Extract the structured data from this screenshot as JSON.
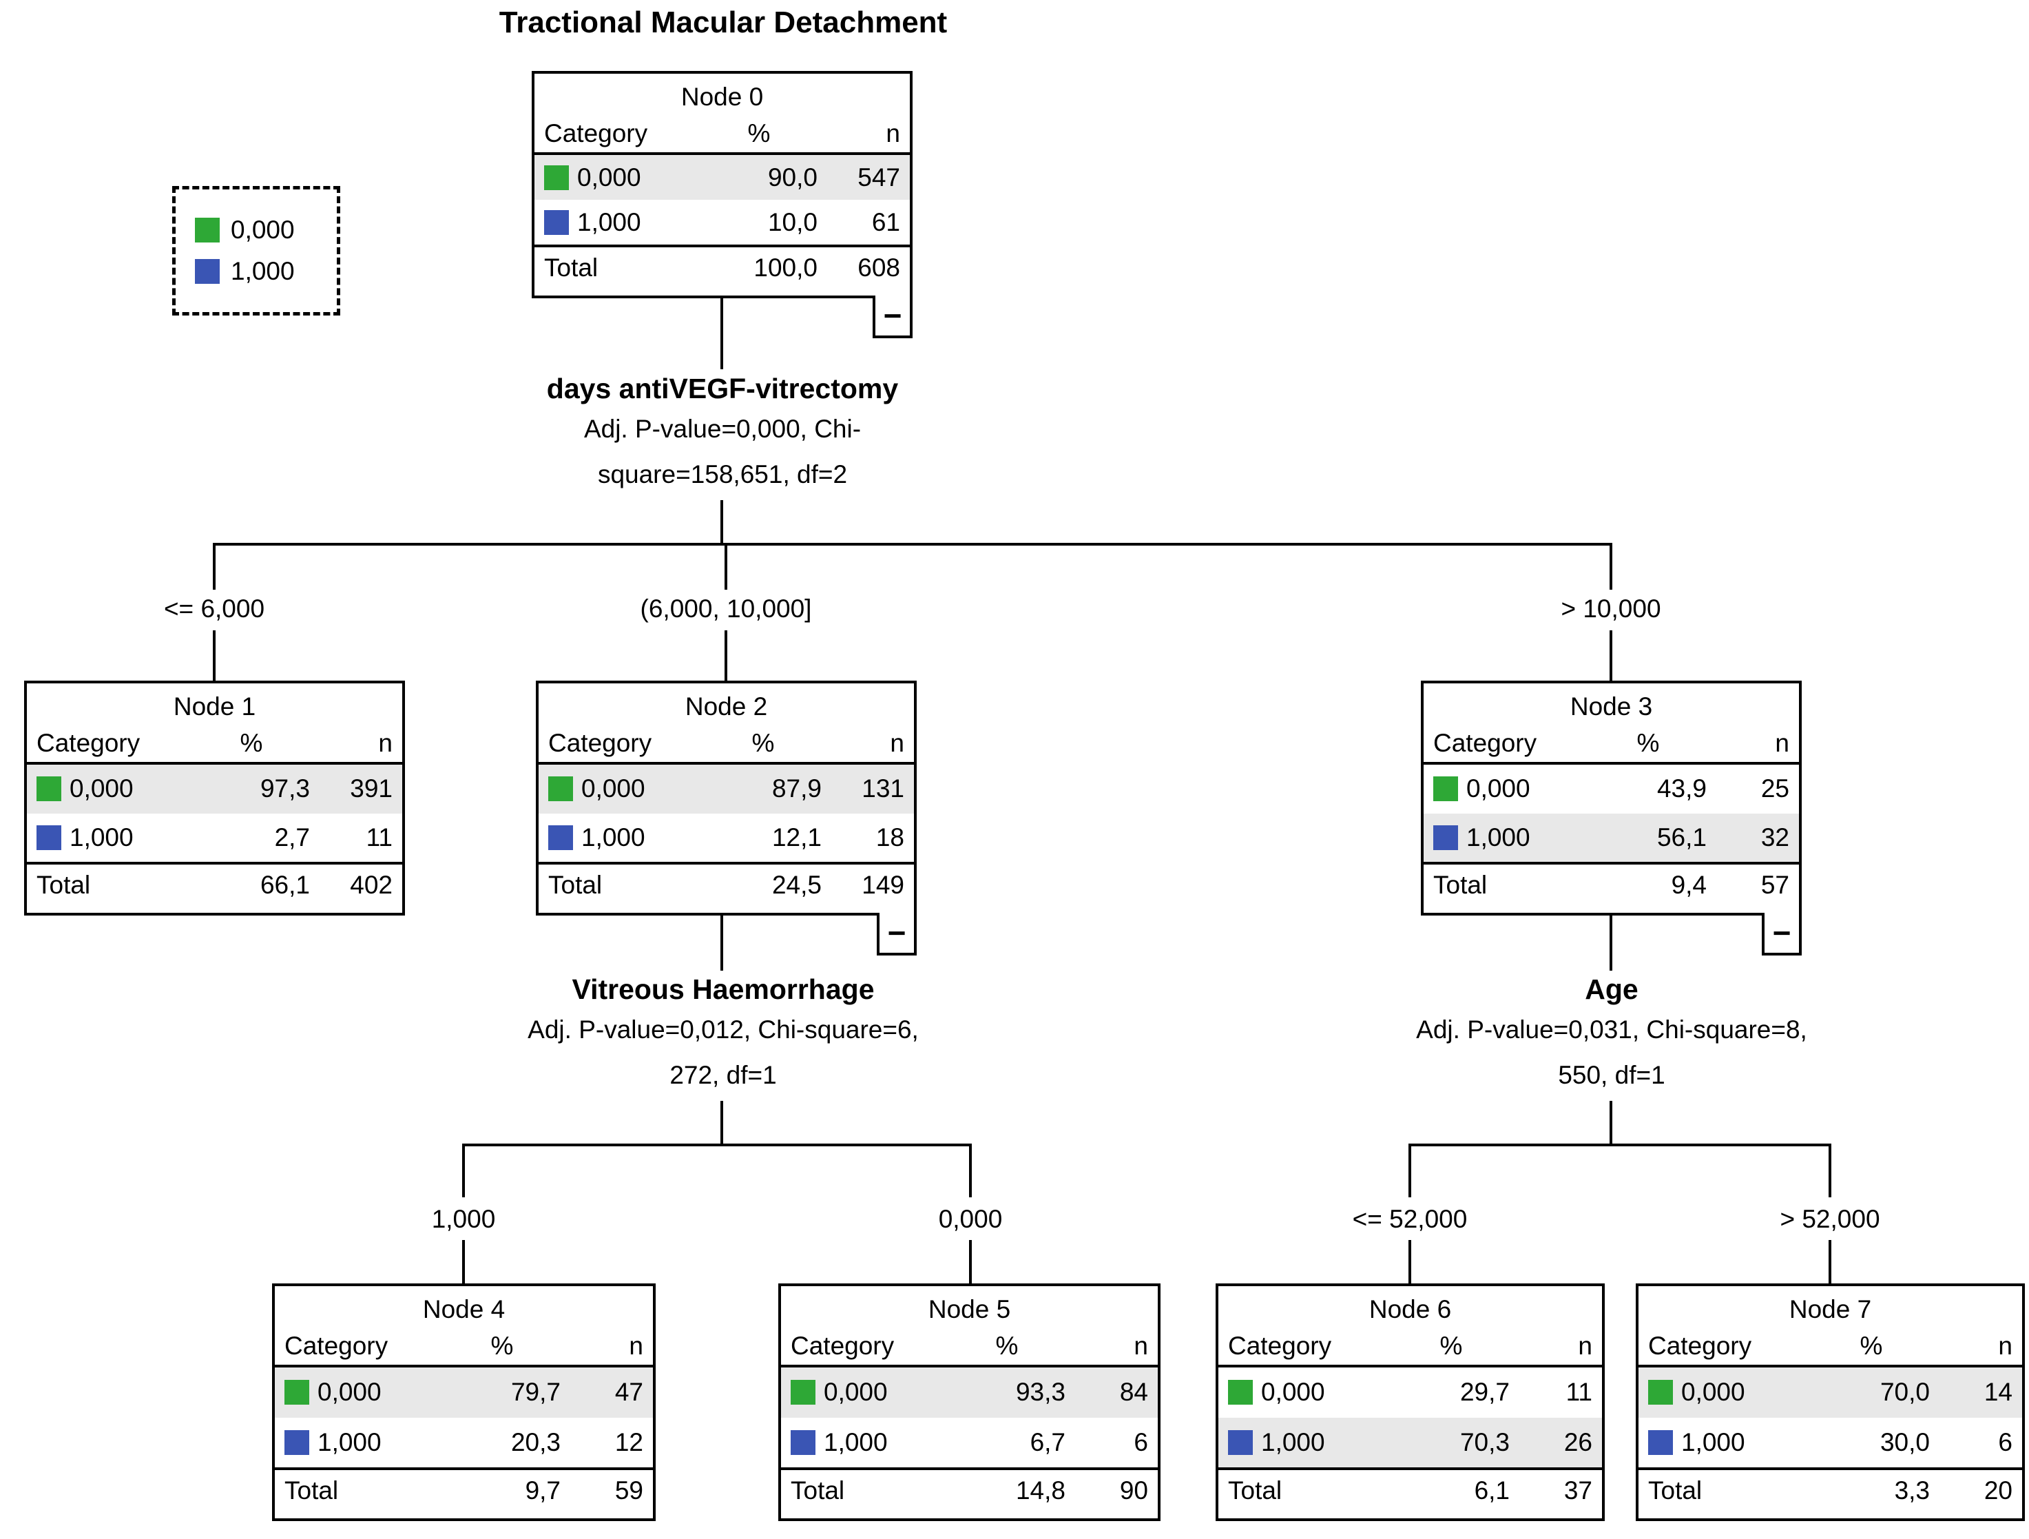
{
  "title": "Tractional Macular Detachment",
  "colors": {
    "cat0": "#2ea836",
    "cat1": "#3a55b4",
    "row-shade": "#e8e8e8",
    "line": "#000000"
  },
  "legend": {
    "items": [
      {
        "label": "0,000"
      },
      {
        "label": "1,000"
      }
    ]
  },
  "table_headers": {
    "category": "Category",
    "percent": "%",
    "n": "n"
  },
  "labels": {
    "total": "Total",
    "collapse_glyph": "−"
  },
  "splits": [
    {
      "variable": "days antiVEGF-vitrectomy",
      "stats_lines": [
        "Adj. P-value=0,000, Chi-",
        "square=158,651, df=2"
      ]
    },
    {
      "variable": "Vitreous Haemorrhage",
      "stats_lines": [
        "Adj. P-value=0,012, Chi-square=6,",
        "272, df=1"
      ]
    },
    {
      "variable": "Age",
      "stats_lines": [
        "Adj. P-value=0,031, Chi-square=8,",
        "550, df=1"
      ]
    }
  ],
  "branches": [
    {
      "label": "<= 6,000"
    },
    {
      "label": "(6,000, 10,000]"
    },
    {
      "label": "> 10,000"
    },
    {
      "label": "1,000"
    },
    {
      "label": "0,000"
    },
    {
      "label": "<= 52,000"
    },
    {
      "label": "> 52,000"
    }
  ],
  "nodes": [
    {
      "title": "Node 0",
      "rows": [
        {
          "category": "0,000",
          "percent": "90,0",
          "n": "547"
        },
        {
          "category": "1,000",
          "percent": "10,0",
          "n": "61"
        }
      ],
      "total": {
        "percent": "100,0",
        "n": "608"
      }
    },
    {
      "title": "Node 1",
      "rows": [
        {
          "category": "0,000",
          "percent": "97,3",
          "n": "391"
        },
        {
          "category": "1,000",
          "percent": "2,7",
          "n": "11"
        }
      ],
      "total": {
        "percent": "66,1",
        "n": "402"
      }
    },
    {
      "title": "Node 2",
      "rows": [
        {
          "category": "0,000",
          "percent": "87,9",
          "n": "131"
        },
        {
          "category": "1,000",
          "percent": "12,1",
          "n": "18"
        }
      ],
      "total": {
        "percent": "24,5",
        "n": "149"
      }
    },
    {
      "title": "Node 3",
      "rows": [
        {
          "category": "0,000",
          "percent": "43,9",
          "n": "25"
        },
        {
          "category": "1,000",
          "percent": "56,1",
          "n": "32"
        }
      ],
      "total": {
        "percent": "9,4",
        "n": "57"
      }
    },
    {
      "title": "Node 4",
      "rows": [
        {
          "category": "0,000",
          "percent": "79,7",
          "n": "47"
        },
        {
          "category": "1,000",
          "percent": "20,3",
          "n": "12"
        }
      ],
      "total": {
        "percent": "9,7",
        "n": "59"
      }
    },
    {
      "title": "Node 5",
      "rows": [
        {
          "category": "0,000",
          "percent": "93,3",
          "n": "84"
        },
        {
          "category": "1,000",
          "percent": "6,7",
          "n": "6"
        }
      ],
      "total": {
        "percent": "14,8",
        "n": "90"
      }
    },
    {
      "title": "Node 6",
      "rows": [
        {
          "category": "0,000",
          "percent": "29,7",
          "n": "11"
        },
        {
          "category": "1,000",
          "percent": "70,3",
          "n": "26"
        }
      ],
      "total": {
        "percent": "6,1",
        "n": "37"
      }
    },
    {
      "title": "Node 7",
      "rows": [
        {
          "category": "0,000",
          "percent": "70,0",
          "n": "14"
        },
        {
          "category": "1,000",
          "percent": "30,0",
          "n": "6"
        }
      ],
      "total": {
        "percent": "3,3",
        "n": "20"
      }
    }
  ]
}
